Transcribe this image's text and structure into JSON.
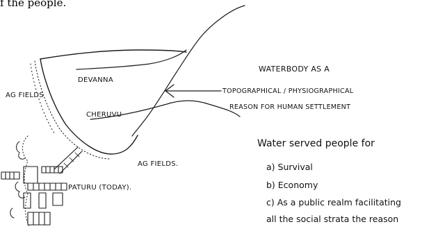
{
  "header_fragment": "f the people.",
  "labels": {
    "ag_fields_left": "AG FIELDS",
    "devanna": "DEVANNA",
    "cheruvu": "CHERUVU",
    "ag_fields_bottom": "AG FIELDS.",
    "paturu": "PATURU (TODAY)."
  },
  "annotation": {
    "line1": "WATERBODY AS A",
    "line2": "TOPOGRAPHICAL / PHYSIOGRAPHICAL",
    "line3": "REASON FOR HUMAN SETTLEMENT"
  },
  "notes": {
    "heading": "Water served people for",
    "items": [
      "a) Survival",
      "b) Economy",
      "c) As a public realm facilitating",
      "all the social strata the reason"
    ]
  }
}
